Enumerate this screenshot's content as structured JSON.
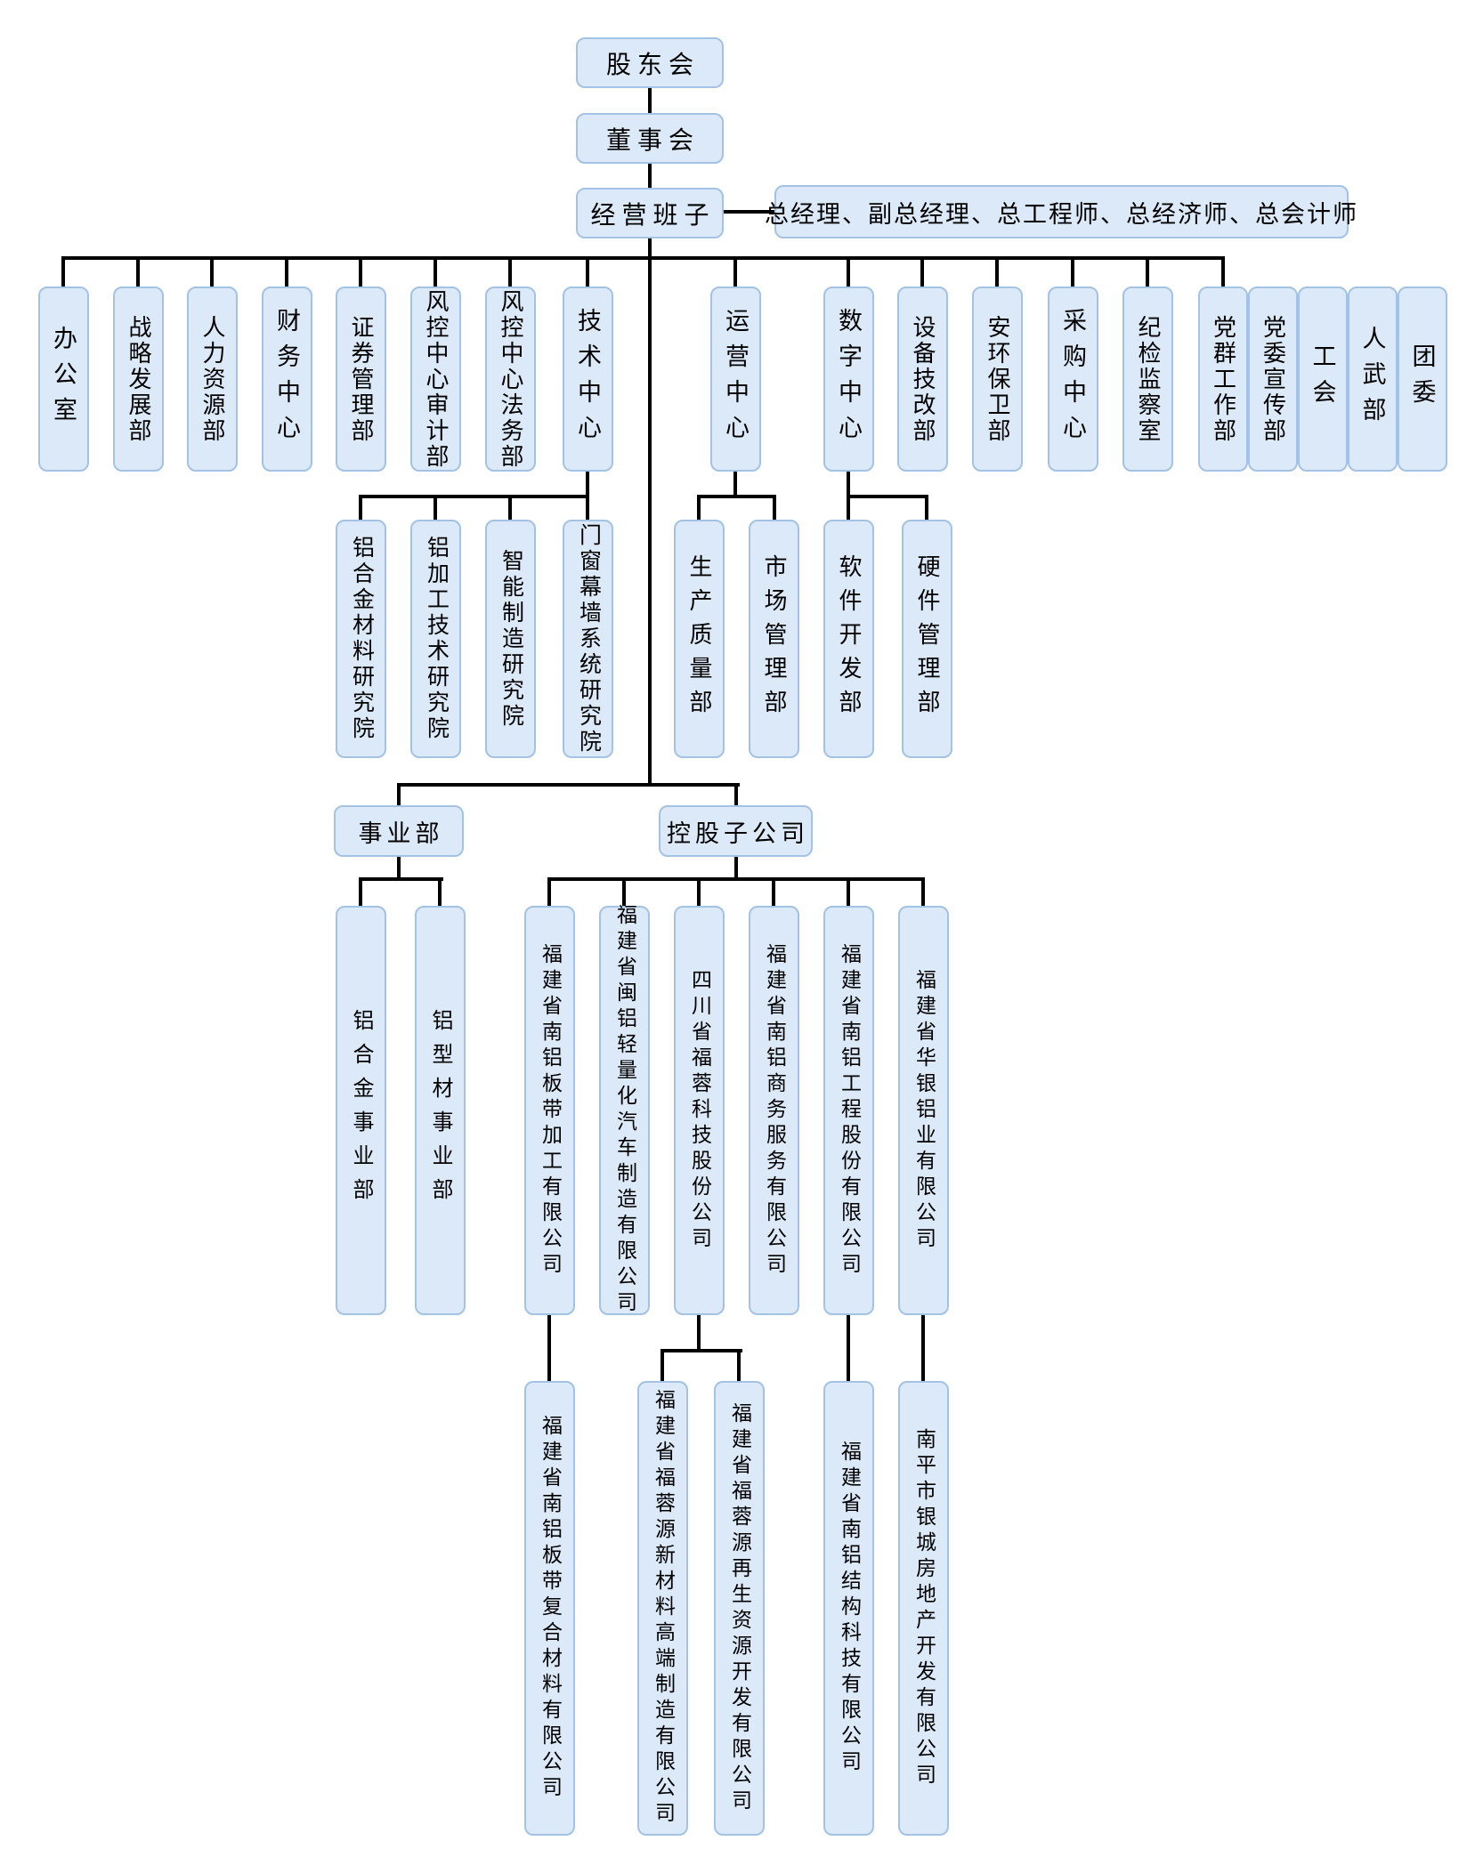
{
  "colors": {
    "node_fill": "#dbe9f8",
    "node_border": "#a3c2e4",
    "connector": "#000000",
    "background": "#ffffff"
  },
  "nodes": {
    "shareholders": "股东会",
    "board": "董事会",
    "management": "经营班子",
    "executives": "总经理、副总经理、总工程师、总经济师、总会计师",
    "office": "办公室",
    "strategy": "战略发展部",
    "hr": "人力资源部",
    "finance": "财务中心",
    "securities": "证券管理部",
    "audit": "风控中心审计部",
    "legal": "风控中心法务部",
    "tech": "技术中心",
    "operations": "运营中心",
    "digital": "数字中心",
    "equipment": "设备技改部",
    "safety": "安环保卫部",
    "procurement": "采购中心",
    "discipline": "纪检监察室",
    "party_mass": "党群工作部",
    "party_publicity": "党委宣传部",
    "union": "工会",
    "militia": "人武部",
    "youth": "团委",
    "inst_alloy": "铝合金材料研究院",
    "inst_processing": "铝加工技术研究院",
    "inst_smart": "智能制造研究院",
    "inst_window": "门窗幕墙系统研究院",
    "prod_quality": "生产质量部",
    "market_mgmt": "市场管理部",
    "software": "软件开发部",
    "hardware": "硬件管理部",
    "business_div": "事业部",
    "subsidiaries": "控股子公司",
    "div_alloy": "铝合金事业部",
    "div_profile": "铝型材事业部",
    "sub_bandai": "福建省南铝板带加工有限公司",
    "sub_minlv": "福建省闽铝轻量化汽车制造有限公司",
    "sub_furong": "四川省福蓉科技股份公司",
    "sub_shangwu": "福建省南铝商务服务有限公司",
    "sub_gongcheng": "福建省南铝工程股份有限公司",
    "sub_huayin": "福建省华银铝业有限公司",
    "sub_fuhe": "福建省南铝板带复合材料有限公司",
    "sub_furong_new": "福建省福蓉源新材料高端制造有限公司",
    "sub_furong_recycle": "福建省福蓉源再生资源开发有限公司",
    "sub_jiegou": "福建省南铝结构科技有限公司",
    "sub_yincheng": "南平市银城房地产开发有限公司"
  },
  "hierarchy": {
    "id": "shareholders",
    "children": [
      {
        "id": "board",
        "children": [
          {
            "id": "management",
            "annotation_id": "executives",
            "children": [
              {
                "id": "office"
              },
              {
                "id": "strategy"
              },
              {
                "id": "hr"
              },
              {
                "id": "finance"
              },
              {
                "id": "securities"
              },
              {
                "id": "audit"
              },
              {
                "id": "legal"
              },
              {
                "id": "tech",
                "children": [
                  {
                    "id": "inst_alloy"
                  },
                  {
                    "id": "inst_processing"
                  },
                  {
                    "id": "inst_smart"
                  },
                  {
                    "id": "inst_window"
                  }
                ]
              },
              {
                "id": "operations",
                "children": [
                  {
                    "id": "prod_quality"
                  },
                  {
                    "id": "market_mgmt"
                  }
                ]
              },
              {
                "id": "digital",
                "children": [
                  {
                    "id": "software"
                  },
                  {
                    "id": "hardware"
                  }
                ]
              },
              {
                "id": "equipment"
              },
              {
                "id": "safety"
              },
              {
                "id": "procurement"
              },
              {
                "id": "discipline"
              },
              {
                "id": "party_mass"
              },
              {
                "id": "party_publicity"
              },
              {
                "id": "union"
              },
              {
                "id": "militia"
              },
              {
                "id": "youth"
              },
              {
                "id": "business_div",
                "children": [
                  {
                    "id": "div_alloy"
                  },
                  {
                    "id": "div_profile"
                  }
                ]
              },
              {
                "id": "subsidiaries",
                "children": [
                  {
                    "id": "sub_bandai",
                    "children": [
                      {
                        "id": "sub_fuhe"
                      }
                    ]
                  },
                  {
                    "id": "sub_minlv"
                  },
                  {
                    "id": "sub_furong",
                    "children": [
                      {
                        "id": "sub_furong_new"
                      },
                      {
                        "id": "sub_furong_recycle"
                      }
                    ]
                  },
                  {
                    "id": "sub_shangwu"
                  },
                  {
                    "id": "sub_gongcheng",
                    "children": [
                      {
                        "id": "sub_jiegou"
                      }
                    ]
                  },
                  {
                    "id": "sub_huayin",
                    "children": [
                      {
                        "id": "sub_yincheng"
                      }
                    ]
                  }
                ]
              }
            ]
          }
        ]
      }
    ]
  }
}
